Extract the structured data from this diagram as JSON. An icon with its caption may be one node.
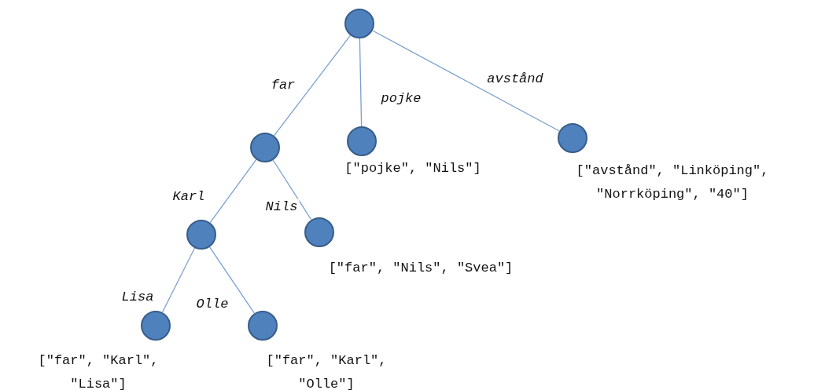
{
  "diagram": {
    "nodes": [
      {
        "text": [],
        "shape": "circle"
      },
      {
        "text": [],
        "shape": "circle"
      },
      {
        "text": [],
        "shape": "circle",
        "beside": [
          "[\"pojke\", \"Nils\"]"
        ]
      },
      {
        "text": [],
        "shape": "circle",
        "beside": [
          "[\"avstånd\", \"Linköping\", \"Norrköping\", \"40\"]"
        ]
      },
      {
        "text": [],
        "shape": "circle"
      },
      {
        "text": [],
        "shape": "circle",
        "beside": [
          "[\"far\", \"Nils\", \"Svea\"]"
        ]
      },
      {
        "text": [],
        "shape": "circle",
        "beside": [
          "[\"far\", \"Karl\", \"Lisa\"]"
        ]
      },
      {
        "text": [],
        "shape": "circle",
        "beside": [
          "[\"far\", \"Karl\", \"Olle\"]"
        ]
      }
    ],
    "edges": [
      {
        "from": 0,
        "to": 1,
        "arrow": "none",
        "label": "far"
      },
      {
        "from": 0,
        "to": 2,
        "arrow": "none",
        "label": "pojke"
      },
      {
        "from": 0,
        "to": 3,
        "arrow": "none",
        "label": "avstånd"
      },
      {
        "from": 1,
        "to": 4,
        "arrow": "none",
        "label": "Karl"
      },
      {
        "from": 1,
        "to": 5,
        "arrow": "none",
        "label": "Nils"
      },
      {
        "from": 4,
        "to": 6,
        "arrow": "none",
        "label": "Lisa"
      },
      {
        "from": 4,
        "to": 7,
        "arrow": "none",
        "label": "Olle"
      }
    ]
  }
}
